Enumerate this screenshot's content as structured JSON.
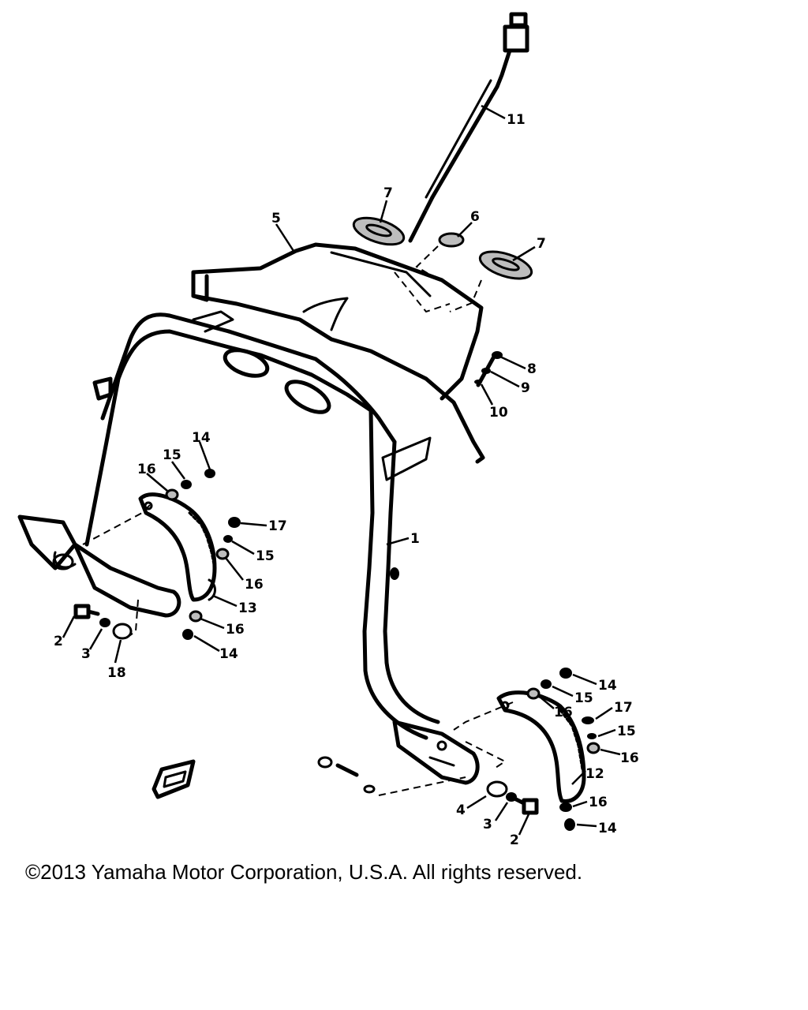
{
  "callouts": {
    "c1": "1",
    "c2a": "2",
    "c2b": "2",
    "c3a": "3",
    "c3b": "3",
    "c4": "4",
    "c5": "5",
    "c6": "6",
    "c7a": "7",
    "c7b": "7",
    "c8": "8",
    "c9": "9",
    "c10": "10",
    "c11": "11",
    "c12": "12",
    "c13": "13",
    "c14a": "14",
    "c14b": "14",
    "c14c": "14",
    "c14d": "14",
    "c15a": "15",
    "c15b": "15",
    "c15c": "15",
    "c15d": "15",
    "c16a": "16",
    "c16b": "16",
    "c16c": "16",
    "c16d": "16",
    "c16e": "16",
    "c16f": "16",
    "c17a": "17",
    "c17b": "17",
    "c18": "18"
  },
  "footer": {
    "copyright": "©2013 Yamaha Motor Corporation, U.S.A. All rights reserved."
  }
}
